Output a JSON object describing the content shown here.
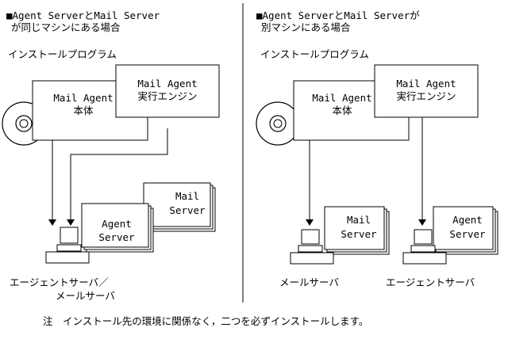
{
  "left": {
    "heading_line1": "■Agent ServerとMail Server",
    "heading_line2": "が同じマシンにある場合",
    "install_program": "インストールプログラム",
    "body_line1": "Mail Agent",
    "body_line2": "本体",
    "engine_line1": "Mail Agent",
    "engine_line2": "実行エンジン",
    "mail_server_line1": "Mail",
    "mail_server_line2": "Server",
    "agent_server_line1": "Agent",
    "agent_server_line2": "Server",
    "machine_label_line1": "エージェントサーバ／",
    "machine_label_line2": "メールサーバ"
  },
  "right": {
    "heading_line1": "■Agent ServerとMail Serverが",
    "heading_line2": "別マシンにある場合",
    "install_program": "インストールプログラム",
    "body_line1": "Mail Agent",
    "body_line2": "本体",
    "engine_line1": "Mail Agent",
    "engine_line2": "実行エンジン",
    "mail_server_line1": "Mail",
    "mail_server_line2": "Server",
    "agent_server_line1": "Agent",
    "agent_server_line2": "Server",
    "mail_machine_label": "メールサーバ",
    "agent_machine_label": "エージェントサーバ"
  },
  "note": "注　インストール先の環境に関係なく，二つを必ずインストールします。"
}
